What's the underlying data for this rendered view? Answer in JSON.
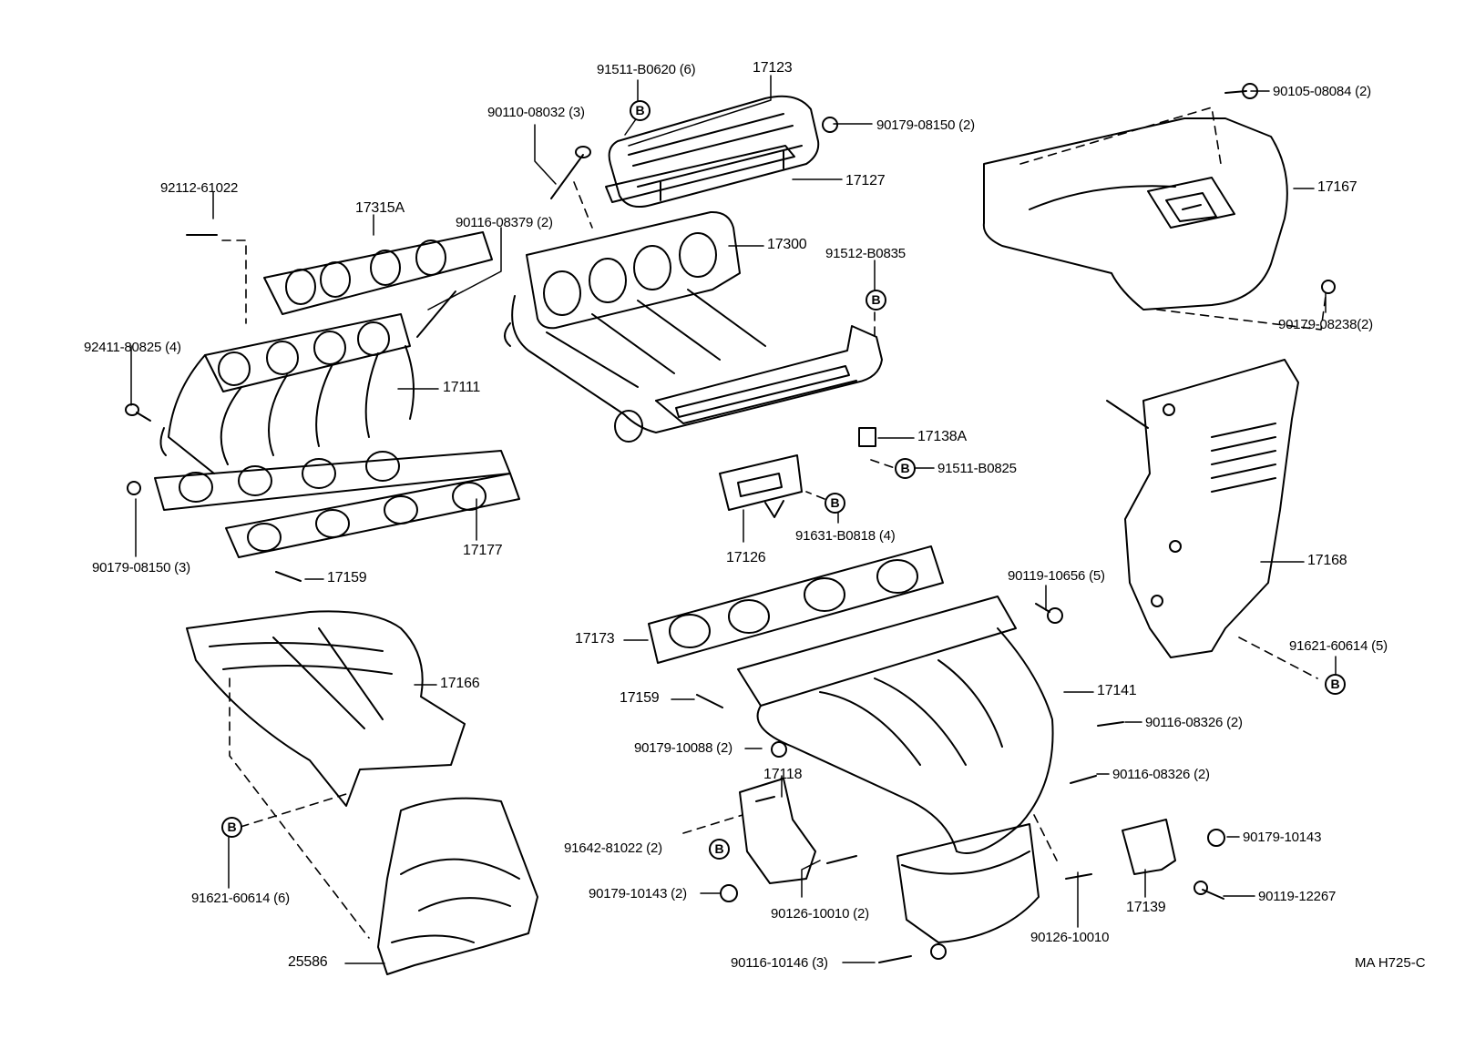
{
  "diagram": {
    "code": "MA H725-C",
    "ref_marker": "B",
    "labels": {
      "p91511_b0620": "91511-B0620 (6)",
      "p17123": "17123",
      "p90110_08032": "90110-08032 (3)",
      "p90179_08150a": "90179-08150 (2)",
      "p17127": "17127",
      "p92112_61022": "92112-61022",
      "p17315a": "17315A",
      "p90116_08379": "90116-08379 (2)",
      "p17300": "17300",
      "p91512_b0835": "91512-B0835",
      "p90105_08084": "90105-08084 (2)",
      "p17167": "17167",
      "p90179_08238": "90179-08238(2)",
      "p92411_80825": "92411-80825 (4)",
      "p17111": "17111",
      "p17138a": "17138A",
      "p91511_b0825": "91511-B0825",
      "p17126": "17126",
      "p91631_b0818": "91631-B0818 (4)",
      "p90179_08150b": "90179-08150 (3)",
      "p17177": "17177",
      "p17159a": "17159",
      "p17168": "17168",
      "p90119_10656": "90119-10656 (5)",
      "p17173": "17173",
      "p17166": "17166",
      "p91621_60614a": "91621-60614 (5)",
      "p17159b": "17159",
      "p17141": "17141",
      "p90116_08326a": "90116-08326 (2)",
      "p90179_10088": "90179-10088 (2)",
      "p90116_08326b": "90116-08326 (2)",
      "p17118": "17118",
      "p91642_81022": "91642-81022 (2)",
      "p90179_10143a": "90179-10143",
      "p91621_60614b": "91621-60614 (6)",
      "p90179_10143b": "90179-10143 (2)",
      "p90126_10010a": "90126-10010 (2)",
      "p17139": "17139",
      "p90119_12267": "90119-12267",
      "p90126_10010b": "90126-10010",
      "p25586": "25586",
      "p90116_10146": "90116-10146 (3)"
    }
  }
}
